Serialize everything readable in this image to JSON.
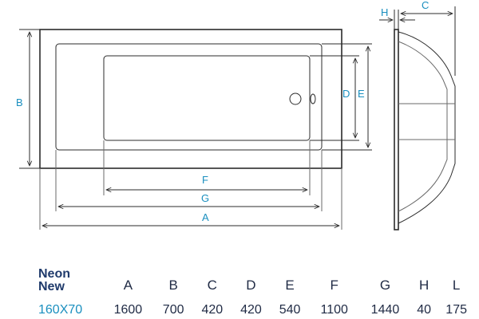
{
  "diagram": {
    "dimension_labels": {
      "a": "A",
      "b": "B",
      "c": "C",
      "d": "D",
      "e": "E",
      "f": "F",
      "g": "G",
      "h": "H"
    },
    "label_color": "#1a8fbf",
    "line_color": "#2b2b2b"
  },
  "table": {
    "model_line1": "Neon",
    "model_line2": "New",
    "headers": [
      "A",
      "B",
      "C",
      "D",
      "E",
      "F",
      "G",
      "H",
      "L"
    ],
    "row": {
      "size": "160X70",
      "values": [
        "1600",
        "700",
        "420",
        "420",
        "540",
        "1100",
        "1440",
        "40",
        "175"
      ]
    }
  }
}
